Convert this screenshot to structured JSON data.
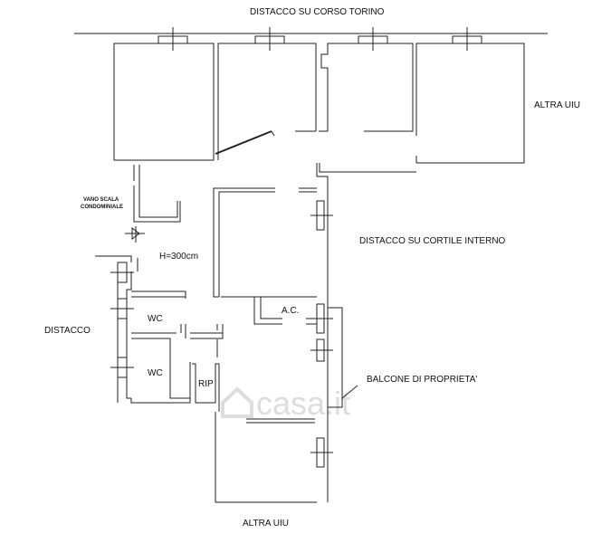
{
  "labels": {
    "top": "DISTACCO SU CORSO TORINO",
    "altra_uiu_right": "ALTRA UIU",
    "vano_scala_line1": "VANO SCALA",
    "vano_scala_line2": "CONDOMINIALE",
    "h300": "H=300cm",
    "cortile": "DISTACCO SU CORTILE INTERNO",
    "distacco_left": "DISTACCO",
    "wc1": "WC",
    "ac": "A.C.",
    "wc2": "WC",
    "rip": "RIP",
    "balcone": "BALCONE DI PROPRIETA'",
    "altra_uiu_bottom": "ALTRA UIU"
  },
  "watermark": "casa.it",
  "colors": {
    "line": "#222222",
    "background": "#ffffff",
    "watermark": "#dddddd"
  }
}
